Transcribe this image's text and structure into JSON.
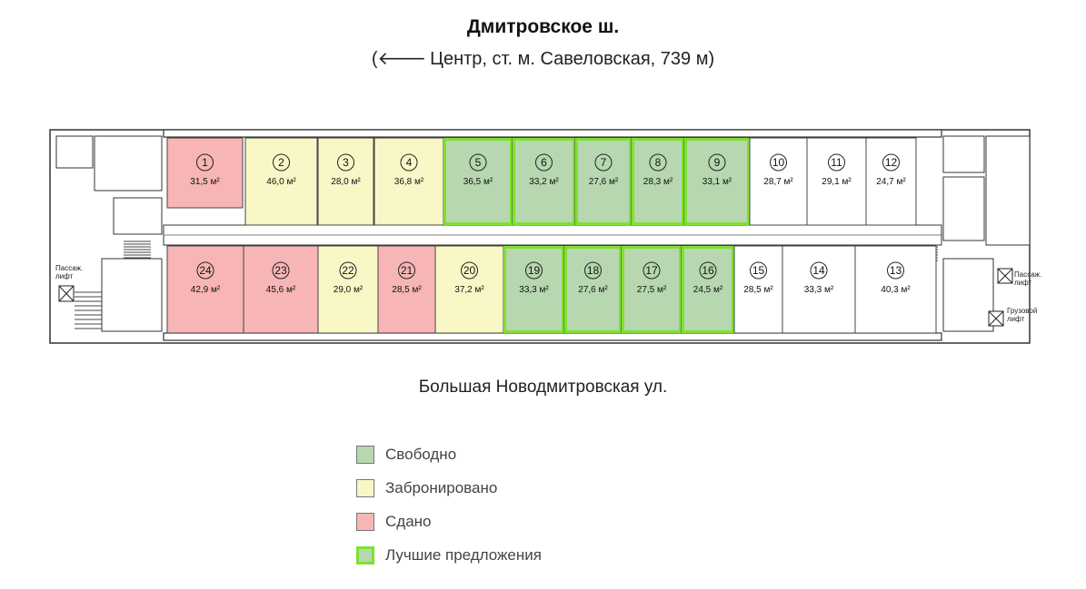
{
  "header": {
    "title": "Дмитровское ш.",
    "subtitle_arrow": "(🡐",
    "subtitle": "Центр, ст. м. Савеловская, 739 м)"
  },
  "street_label": "Большая Новодмитровская ул.",
  "lift_labels": {
    "passenger_left": "Пассаж.\nлифт",
    "passenger_right": "Пассаж.\nлифт",
    "freight": "Грузовой\nлифт"
  },
  "colors": {
    "free": "#b7d7b0",
    "reserved": "#faf7c7",
    "rented": "#f7b5b5",
    "vacant": "#ffffff",
    "best_border": "#80e030",
    "wall": "#333333"
  },
  "legend": [
    {
      "label": "Свободно",
      "status": "free"
    },
    {
      "label": "Забронировано",
      "status": "reserved"
    },
    {
      "label": "Сдано",
      "status": "rented"
    },
    {
      "label": "Лучшие предложения",
      "status": "best"
    }
  ],
  "units": [
    {
      "number": "1",
      "area": "31,5 м²",
      "status": "rented",
      "best": false
    },
    {
      "number": "2",
      "area": "46,0 м²",
      "status": "reserved",
      "best": false
    },
    {
      "number": "3",
      "area": "28,0 м²",
      "status": "reserved",
      "best": false
    },
    {
      "number": "4",
      "area": "36,8 м²",
      "status": "reserved",
      "best": false
    },
    {
      "number": "5",
      "area": "36,5 м²",
      "status": "free",
      "best": true
    },
    {
      "number": "6",
      "area": "33,2 м²",
      "status": "free",
      "best": true
    },
    {
      "number": "7",
      "area": "27,6 м²",
      "status": "free",
      "best": true
    },
    {
      "number": "8",
      "area": "28,3 м²",
      "status": "free",
      "best": true
    },
    {
      "number": "9",
      "area": "33,1 м²",
      "status": "free",
      "best": true
    },
    {
      "number": "10",
      "area": "28,7 м²",
      "status": "vacant",
      "best": false
    },
    {
      "number": "11",
      "area": "29,1 м²",
      "status": "vacant",
      "best": false
    },
    {
      "number": "12",
      "area": "24,7 м²",
      "status": "vacant",
      "best": false
    },
    {
      "number": "24",
      "area": "42,9 м²",
      "status": "rented",
      "best": false
    },
    {
      "number": "23",
      "area": "45,6 м²",
      "status": "rented",
      "best": false
    },
    {
      "number": "22",
      "area": "29,0 м²",
      "status": "reserved",
      "best": false
    },
    {
      "number": "21",
      "area": "28,5 м²",
      "status": "rented",
      "best": false
    },
    {
      "number": "20",
      "area": "37,2 м²",
      "status": "reserved",
      "best": false
    },
    {
      "number": "19",
      "area": "33,3 м²",
      "status": "free",
      "best": true
    },
    {
      "number": "18",
      "area": "27,6 м²",
      "status": "free",
      "best": true
    },
    {
      "number": "17",
      "area": "27,5 м²",
      "status": "free",
      "best": true
    },
    {
      "number": "16",
      "area": "24,5 м²",
      "status": "free",
      "best": true
    },
    {
      "number": "15",
      "area": "28,5 м²",
      "status": "vacant",
      "best": false
    },
    {
      "number": "14",
      "area": "33,3 м²",
      "status": "vacant",
      "best": false
    },
    {
      "number": "13",
      "area": "40,3 м²",
      "status": "vacant",
      "best": false
    }
  ]
}
